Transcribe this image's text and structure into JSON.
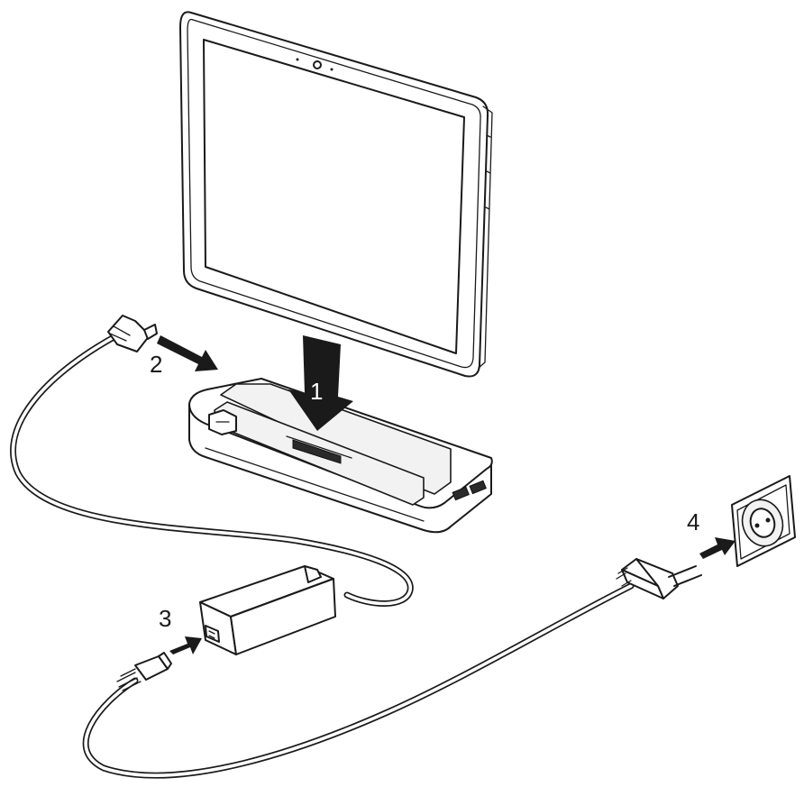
{
  "steps": [
    {
      "number": "1"
    },
    {
      "number": "2"
    },
    {
      "number": "3"
    },
    {
      "number": "4"
    }
  ],
  "colors": {
    "line": "#1a1a1a",
    "background": "#ffffff"
  }
}
